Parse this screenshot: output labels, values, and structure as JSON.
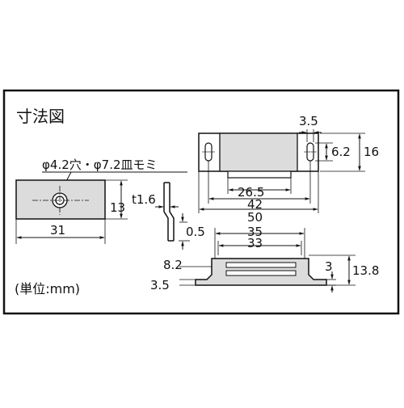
{
  "title": "寸法図",
  "unit_note": "(単位:mm)",
  "hole_spec": "φ4.2穴・φ7.2皿モミ",
  "front_view": {
    "width": "31",
    "height": "13"
  },
  "side_view": {
    "thickness": "t1.6",
    "offset": "0.5"
  },
  "top_view": {
    "slot_width": "3.5",
    "slot_height": "6.2",
    "overall_height": "16",
    "inner_width": "26.5",
    "hole_pitch": "42",
    "overall_length": "50"
  },
  "body_view": {
    "outer_width": "35",
    "inner_width": "33",
    "step_height": "8.2",
    "base_height": "3.5",
    "rib_height": "3",
    "overall_height": "13.8"
  },
  "colors": {
    "frame": "#111111",
    "part_fill": "#dcdcdc",
    "background": "#ffffff"
  }
}
